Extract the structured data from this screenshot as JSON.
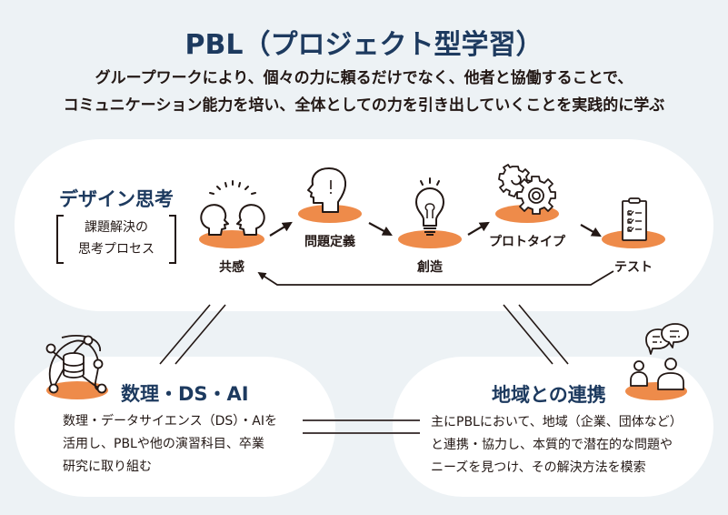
{
  "header": {
    "title": "PBL（プロジェクト型学習）",
    "subtitle_line1": "グループワークにより、個々の力に頼るだけでなく、他者と協働することで、",
    "subtitle_line2": "コミュニケーション能力を培い、全体としての力を引き出していくことを実践的に学ぶ"
  },
  "design_thinking": {
    "title": "デザイン思考",
    "bracket_line1": "課題解決の",
    "bracket_line2": "思考プロセス",
    "steps": [
      {
        "label": "共感",
        "icon": "two-heads-icon"
      },
      {
        "label": "問題定義",
        "icon": "head-exclamation-icon"
      },
      {
        "label": "創造",
        "icon": "lightbulb-icon"
      },
      {
        "label": "プロトタイプ",
        "icon": "gears-icon"
      },
      {
        "label": "テスト",
        "icon": "clipboard-checklist-icon"
      }
    ]
  },
  "math_ds_ai": {
    "title": "数理・DS・AI",
    "icon": "atom-database-icon",
    "desc_line1": "数理・データサイエンス（DS）・AIを",
    "desc_line2": "活用し、PBLや他の演習科目、卒業",
    "desc_line3": "研究に取り組む"
  },
  "regional": {
    "title": "地域との連携",
    "icon": "people-chat-icon",
    "desc_line1": "主にPBLにおいて、地域（企業、団体など）",
    "desc_line2": "と連携・協力し、本質的で潜在的な問題や",
    "desc_line3": "ニーズを見つけ、その解決方法を模索"
  },
  "colors": {
    "background": "#edf2f5",
    "navy": "#1d3a5f",
    "orange": "#ee8b4a",
    "ink": "#231815",
    "panel": "#ffffff"
  }
}
